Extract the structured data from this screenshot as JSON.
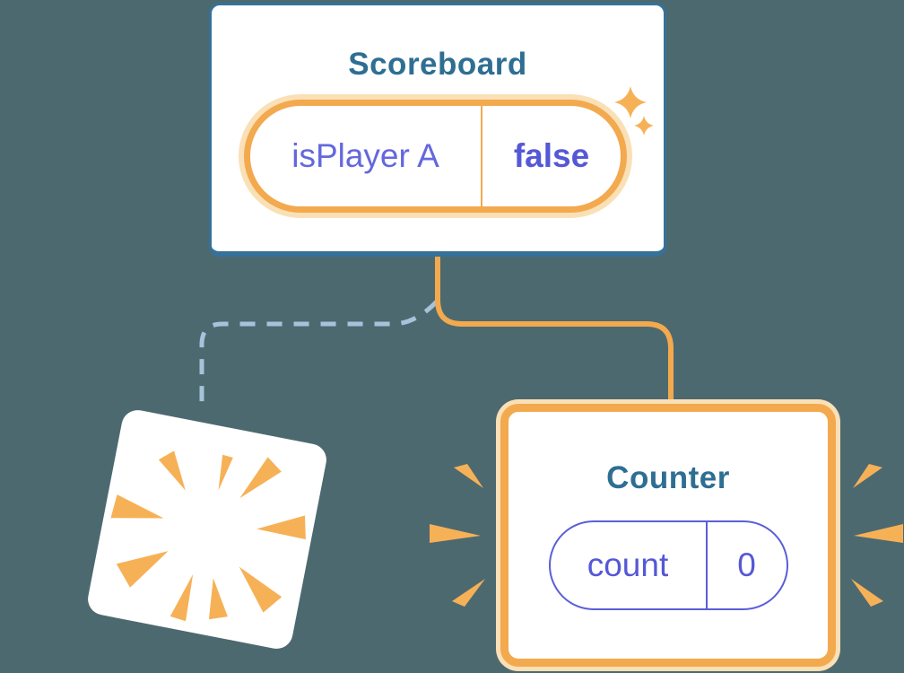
{
  "colors": {
    "bg": "#4D6970",
    "card_bg": "#FFFFFF",
    "blue_border": "#35719B",
    "blue_text": "#2E6E93",
    "orange": "#F3A94E",
    "orange_glow": "#FAE0B6",
    "orange_ray": "#F6B157",
    "purple_label": "#6468DD",
    "purple_value": "#5558D6",
    "purple_border": "#5B5ED9",
    "dashed_line": "#A6C3DB"
  },
  "scoreboard": {
    "title": "Scoreboard",
    "state_pill": {
      "name": "isPlayer A",
      "value": "false"
    }
  },
  "counter": {
    "title": "Counter",
    "state_pill": {
      "name": "count",
      "value": "0"
    }
  },
  "icons": {
    "sparkle_icon": "✦ four-point star, orange",
    "poof_burst_icon": "orange radial burst rays (destroyed component)",
    "emphasis_marks_icon": "orange wedge marks flanking card",
    "connector_line": "solid orange elbow line",
    "removed_branch_line": "dashed blue-gray elbow line"
  }
}
